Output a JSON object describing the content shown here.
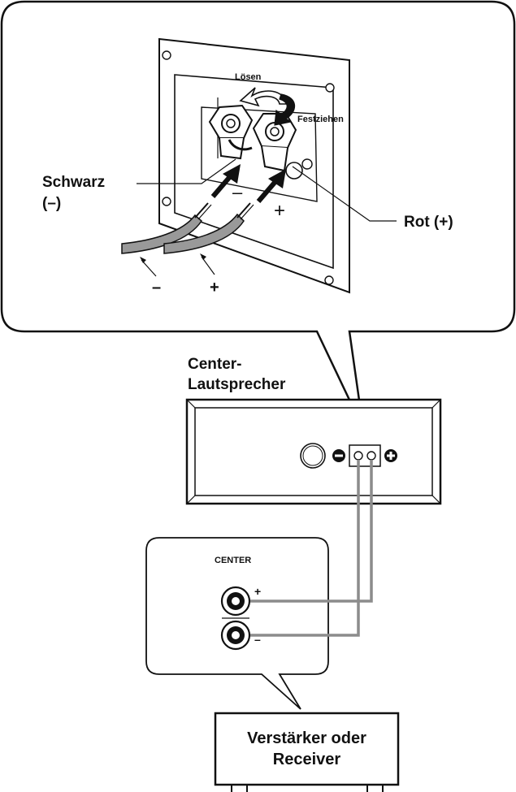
{
  "top_panel": {
    "loosen_label": "Lösen",
    "tighten_label": "Festziehen",
    "black_label_line1": "Schwarz",
    "black_label_line2": "(–)",
    "red_label": "Rot (+)",
    "terminal_minus": "–",
    "terminal_plus": "+",
    "wire_minus": "–",
    "wire_plus": "+"
  },
  "speaker": {
    "title_line1": "Center-",
    "title_line2": "Lautsprecher"
  },
  "jack_panel": {
    "title": "CENTER",
    "plus": "+",
    "minus": "–"
  },
  "amplifier": {
    "line1": "Verstärker oder",
    "line2": "Receiver"
  }
}
